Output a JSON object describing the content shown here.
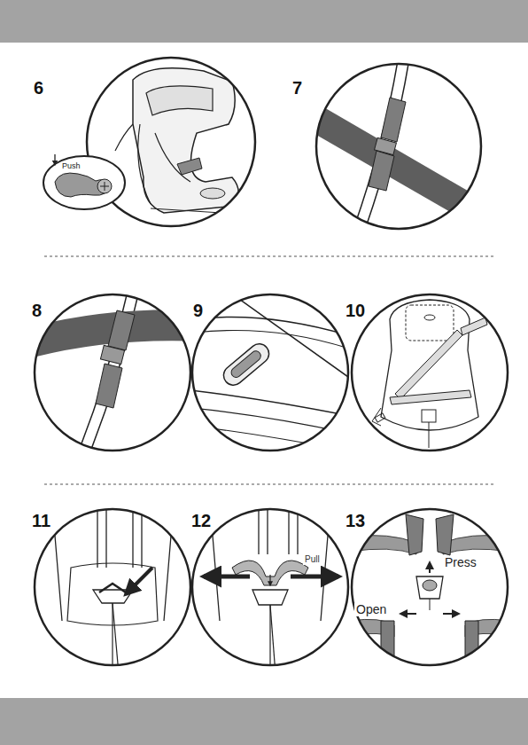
{
  "diagram": {
    "labels": [
      "6",
      "Push",
      "7",
      "8",
      "9",
      "10",
      "11",
      "12",
      "Pull",
      "13",
      "Press",
      "Open"
    ]
  }
}
